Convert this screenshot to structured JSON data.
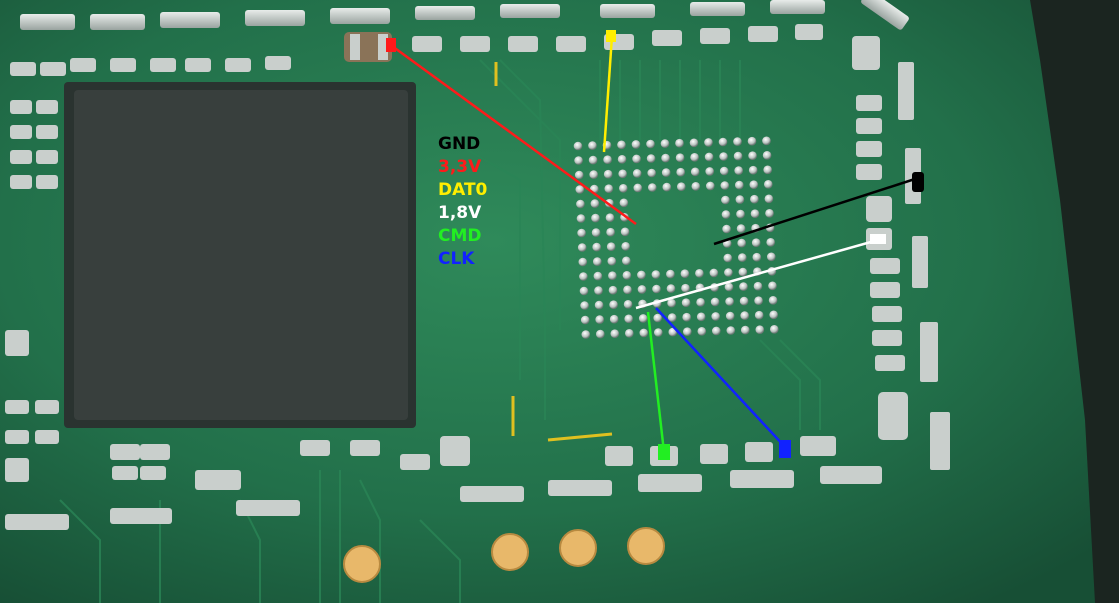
{
  "legend": {
    "gnd": "GND",
    "v33": "3,3V",
    "dat0": "DAT0",
    "v18": "1,8V",
    "cmd": "CMD",
    "clk": "CLK"
  },
  "colors": {
    "board": "#1f6b45",
    "gnd": "#000000",
    "v33": "#ff1a1a",
    "dat0": "#ffee00",
    "v18": "#ffffff",
    "cmd": "#22ee22",
    "clk": "#1122ff"
  }
}
